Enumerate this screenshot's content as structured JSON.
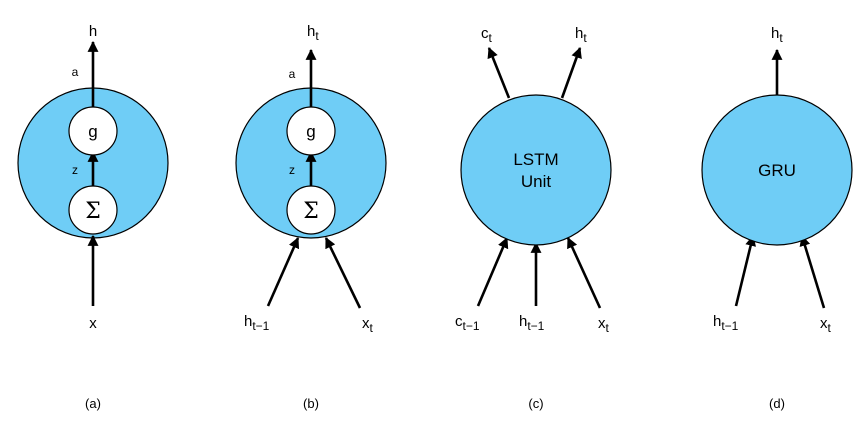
{
  "panels": [
    {
      "caption": "(a)",
      "output_label": "h",
      "output_sub": "",
      "a_label": "a",
      "z_label": "z",
      "g_label": "g",
      "sum_label": "Σ",
      "inputs": [
        {
          "main": "x",
          "sub": ""
        }
      ]
    },
    {
      "caption": "(b)",
      "output_label": "h",
      "output_sub": "t",
      "a_label": "a",
      "z_label": "z",
      "g_label": "g",
      "sum_label": "Σ",
      "inputs": [
        {
          "main": "h",
          "sub": "t−1"
        },
        {
          "main": "x",
          "sub": "t"
        }
      ]
    },
    {
      "caption": "(c)",
      "unit_line1": "LSTM",
      "unit_line2": "Unit",
      "outputs": [
        {
          "main": "c",
          "sub": "t"
        },
        {
          "main": "h",
          "sub": "t"
        }
      ],
      "inputs": [
        {
          "main": "c",
          "sub": "t−1"
        },
        {
          "main": "h",
          "sub": "t−1"
        },
        {
          "main": "x",
          "sub": "t"
        }
      ]
    },
    {
      "caption": "(d)",
      "unit_line1": "GRU",
      "outputs": [
        {
          "main": "h",
          "sub": "t"
        }
      ],
      "inputs": [
        {
          "main": "h",
          "sub": "t−1"
        },
        {
          "main": "x",
          "sub": "t"
        }
      ]
    }
  ],
  "colors": {
    "node_fill": "#6fcdf6",
    "inner_fill": "#ffffff",
    "stroke": "#000000"
  }
}
